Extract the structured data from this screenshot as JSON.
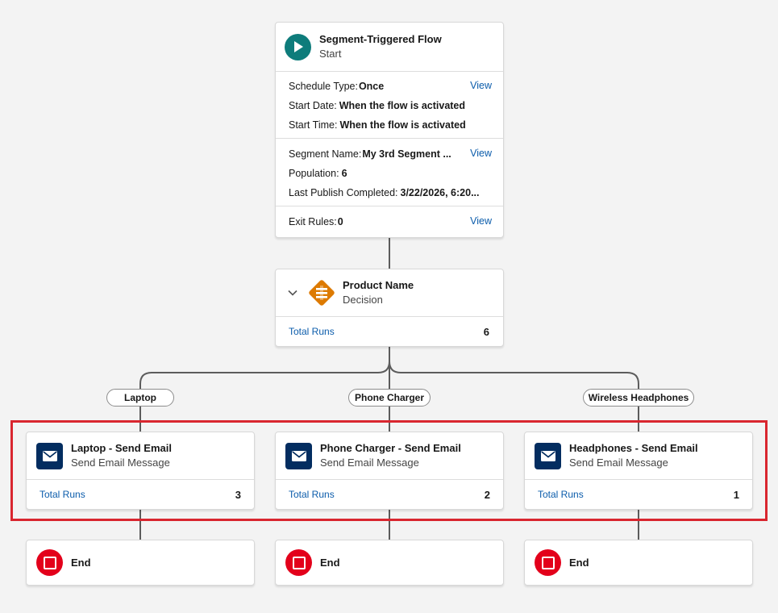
{
  "start": {
    "title": "Segment-Triggered Flow",
    "subtitle": "Start",
    "icon": "play-icon",
    "schedule": [
      {
        "label": "Schedule Type:",
        "value": "Once"
      },
      {
        "label": "Start Date:",
        "value": "When the flow is activated"
      },
      {
        "label": "Start Time:",
        "value": "When the flow is activated"
      }
    ],
    "segment": [
      {
        "label": "Segment Name:",
        "value": "My 3rd Segment ..."
      },
      {
        "label": "Population:",
        "value": "6"
      },
      {
        "label": "Last Publish Completed:",
        "value": "3/22/2026, 6:20..."
      }
    ],
    "exit": {
      "label": "Exit Rules:",
      "value": "0"
    },
    "view_label": "View"
  },
  "decision": {
    "title": "Product Name",
    "subtitle": "Decision",
    "icon": "decision-icon",
    "runs_label": "Total Runs",
    "runs_count": "6"
  },
  "branches": [
    {
      "label": "Laptop"
    },
    {
      "label": "Phone Charger"
    },
    {
      "label": "Wireless Headphones"
    }
  ],
  "emails": [
    {
      "title": "Laptop - Send Email",
      "subtitle": "Send Email Message",
      "runs_label": "Total Runs",
      "runs_count": "3"
    },
    {
      "title": "Phone Charger - Send Email",
      "subtitle": "Send Email Message",
      "runs_label": "Total Runs",
      "runs_count": "2"
    },
    {
      "title": "Headphones - Send Email",
      "subtitle": "Send Email Message",
      "runs_label": "Total Runs",
      "runs_count": "1"
    }
  ],
  "ends": [
    {
      "label": "End"
    },
    {
      "label": "End"
    },
    {
      "label": "End"
    }
  ],
  "colors": {
    "start_icon": "#0e7c7b",
    "decision_icon": "#dd7a01",
    "email_icon": "#032d60",
    "end_icon": "#e3001b",
    "link": "#0b5cab",
    "highlight": "#d9262f"
  }
}
